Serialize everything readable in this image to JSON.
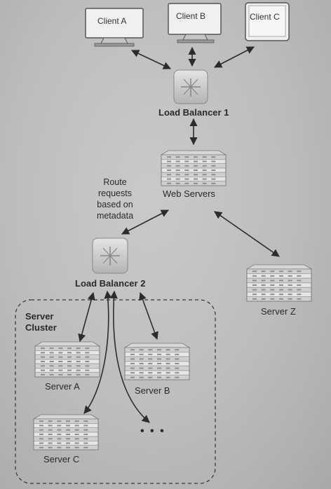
{
  "clients": [
    {
      "label": "Client A"
    },
    {
      "label": "Client B"
    },
    {
      "label": "Client C"
    }
  ],
  "load_balancer_1": {
    "label": "Load Balancer 1"
  },
  "web_servers": {
    "label": "Web Servers"
  },
  "route_note": {
    "line1": "Route",
    "line2": "requests",
    "line3": "based on",
    "line4": "metadata"
  },
  "load_balancer_2": {
    "label": "Load Balancer 2"
  },
  "server_z": {
    "label": "Server Z"
  },
  "cluster": {
    "line1": "Server",
    "line2": "Cluster"
  },
  "server_a": {
    "label": "Server A"
  },
  "server_b": {
    "label": "Server B"
  },
  "server_c": {
    "label": "Server C"
  },
  "more_servers": {
    "label": "• • •"
  }
}
